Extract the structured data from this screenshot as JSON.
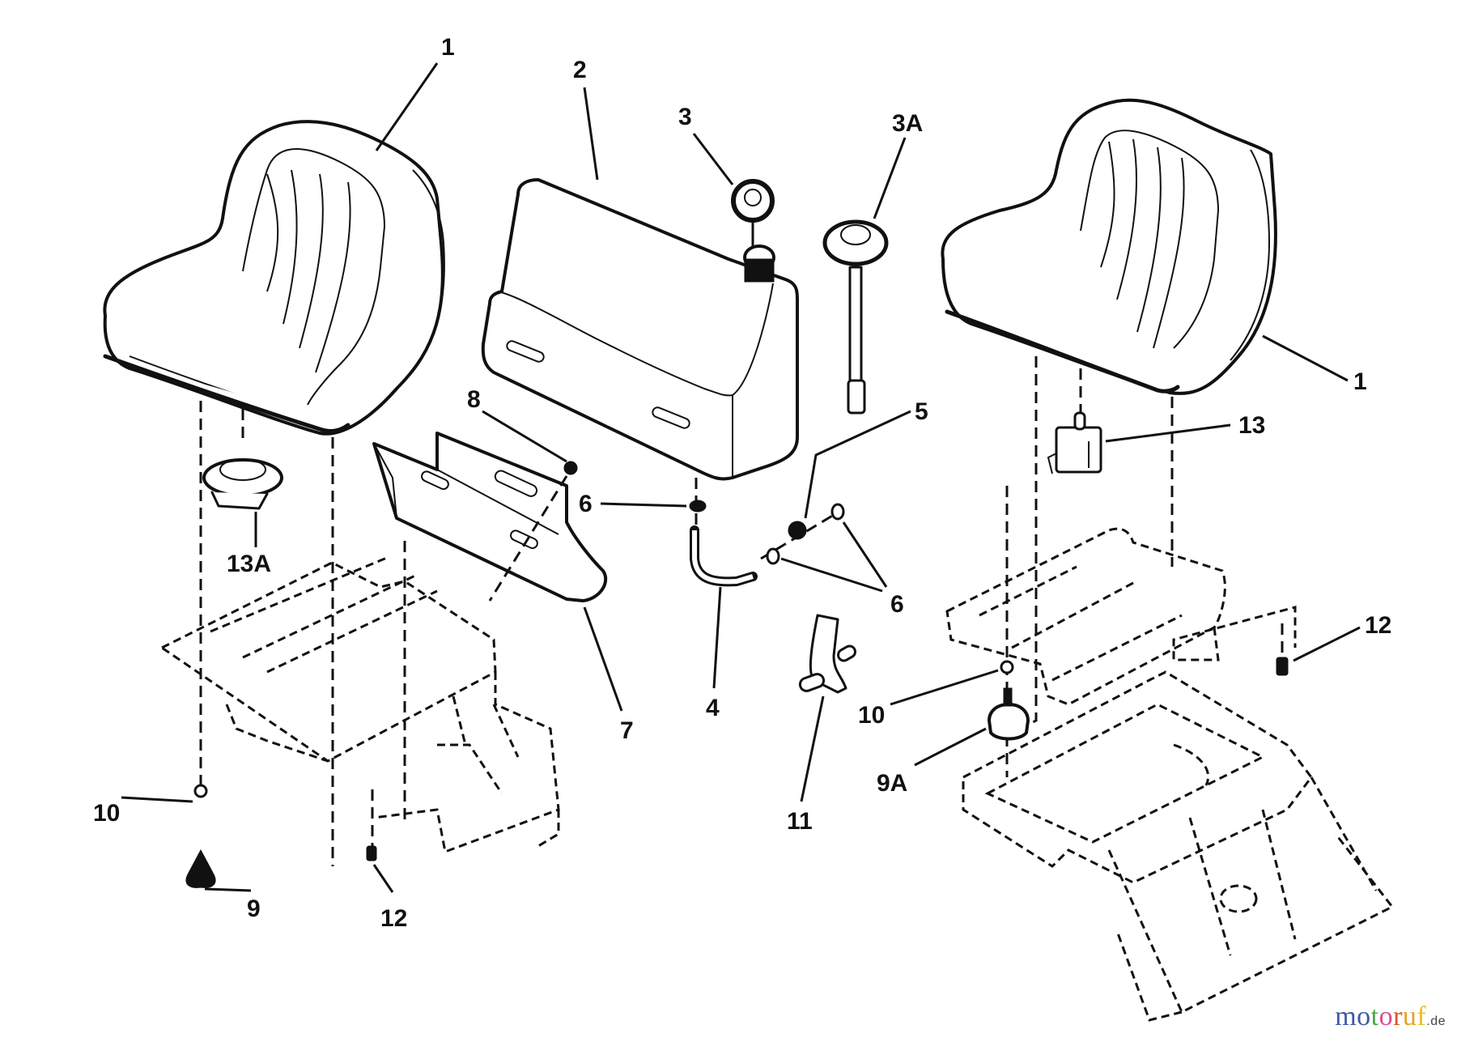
{
  "diagram": {
    "title": "Seat and fuel tank exploded parts diagram",
    "callouts": {
      "seat_left": "1",
      "fuel_tank": "2",
      "fuel_cap": "3",
      "fuel_gauge_cap": "3A",
      "seat_right": "1",
      "seat_switch": "13",
      "screw_8": "8",
      "clamp_tank": "6",
      "fuel_filter": "5",
      "clamps_pair": "6",
      "seat_switch_alt": "13A",
      "tank_bracket": "7",
      "fuel_hose": "4",
      "screw_right": "12",
      "washer_right": "10",
      "knob_right": "9A",
      "shutoff_valve": "11",
      "washer_left": "10",
      "knob_left": "9",
      "screw_left": "12"
    }
  },
  "watermark": {
    "letters": [
      "m",
      "o",
      "t",
      "o",
      "r",
      "u",
      "f"
    ],
    "colors": [
      "#3b5aa6",
      "#3b5aa6",
      "#4aa84a",
      "#e0498a",
      "#3a9a3a",
      "#d9542a",
      "#e8a020",
      "#e8c020"
    ],
    "suffix": ".de"
  }
}
